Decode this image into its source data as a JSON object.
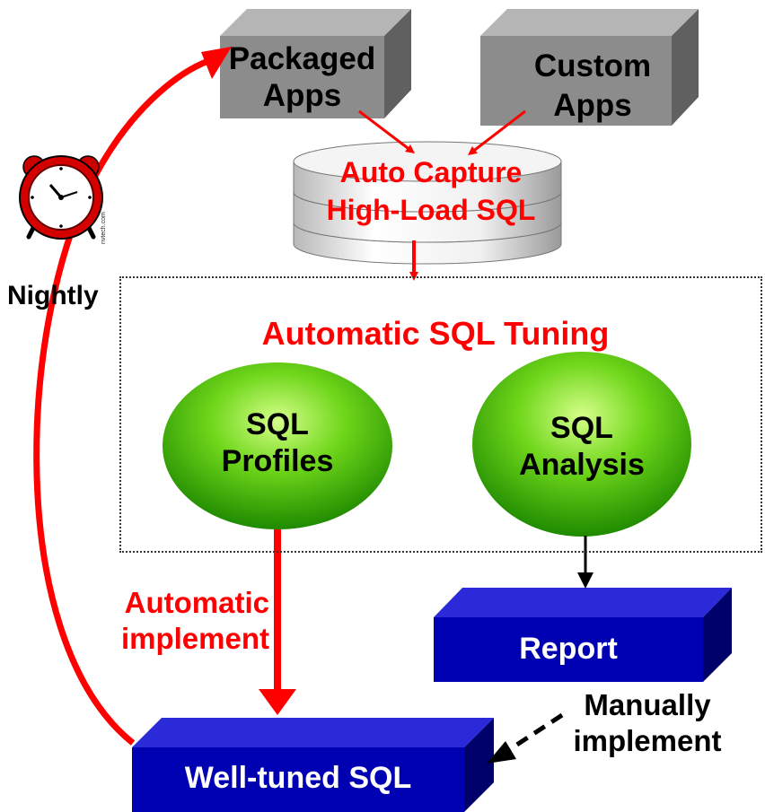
{
  "nodes": {
    "packaged_apps": {
      "line1": "Packaged",
      "line2": "Apps"
    },
    "custom_apps": {
      "line1": "Custom",
      "line2": "Apps"
    },
    "capture": {
      "line1": "Auto Capture",
      "line2": "High-Load SQL"
    },
    "tuning_title": "Automatic SQL Tuning",
    "sql_profiles": {
      "line1": "SQL",
      "line2": "Profiles"
    },
    "sql_analysis": {
      "line1": "SQL",
      "line2": "Analysis"
    },
    "report": "Report",
    "well_tuned": "Well-tuned SQL"
  },
  "labels": {
    "nightly": "Nightly",
    "automatic_implement": {
      "line1": "Automatic",
      "line2": "implement"
    },
    "manually_implement": {
      "line1": "Manually",
      "line2": "implement"
    },
    "credit": "nvtech.com"
  },
  "colors": {
    "gray_box": "#8c8c8c",
    "blue_box": "#0000b3",
    "green_ellipse": "#2fae00",
    "red_text": "#ff0000",
    "arrow_red": "#ff0000"
  },
  "icons": {
    "clock": "alarm-clock-icon"
  }
}
